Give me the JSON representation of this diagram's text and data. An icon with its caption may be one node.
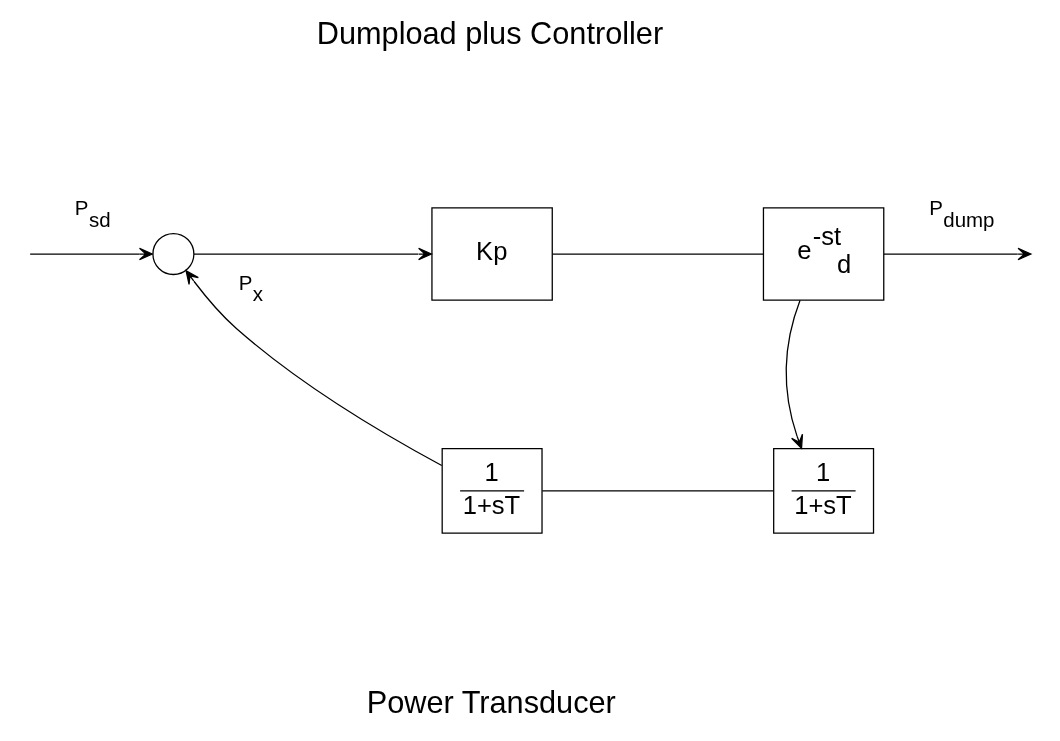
{
  "diagram": {
    "nodes": [
      {
        "text": [],
        "shape": "circle"
      },
      {
        "text": [
          "Kp"
        ]
      },
      {
        "text": [
          "e$^{-st}$$_{d}$"
        ]
      },
      {
        "text": [
          "1",
          "1+sT"
        ]
      },
      {
        "text": [
          "1",
          "1+sT"
        ]
      }
    ],
    "edges": [
      {
        "from": null,
        "to": 0,
        "arrow": "to",
        "label": "P$_{sd}$"
      },
      {
        "from": 0,
        "to": 1,
        "arrow": "to"
      },
      {
        "from": 1,
        "to": 2,
        "arrow": "none"
      },
      {
        "from": 2,
        "to": null,
        "arrow": "to",
        "label": "P$_{dump}$"
      },
      {
        "from": 2,
        "to": 4,
        "arrow": "to"
      },
      {
        "from": 4,
        "to": 3,
        "arrow": "none"
      },
      {
        "from": 3,
        "to": 0,
        "arrow": "to",
        "label": "P$_{x}$"
      }
    ],
    "labels": [
      "Dumpload plus Controller",
      "Power Transducer"
    ]
  }
}
